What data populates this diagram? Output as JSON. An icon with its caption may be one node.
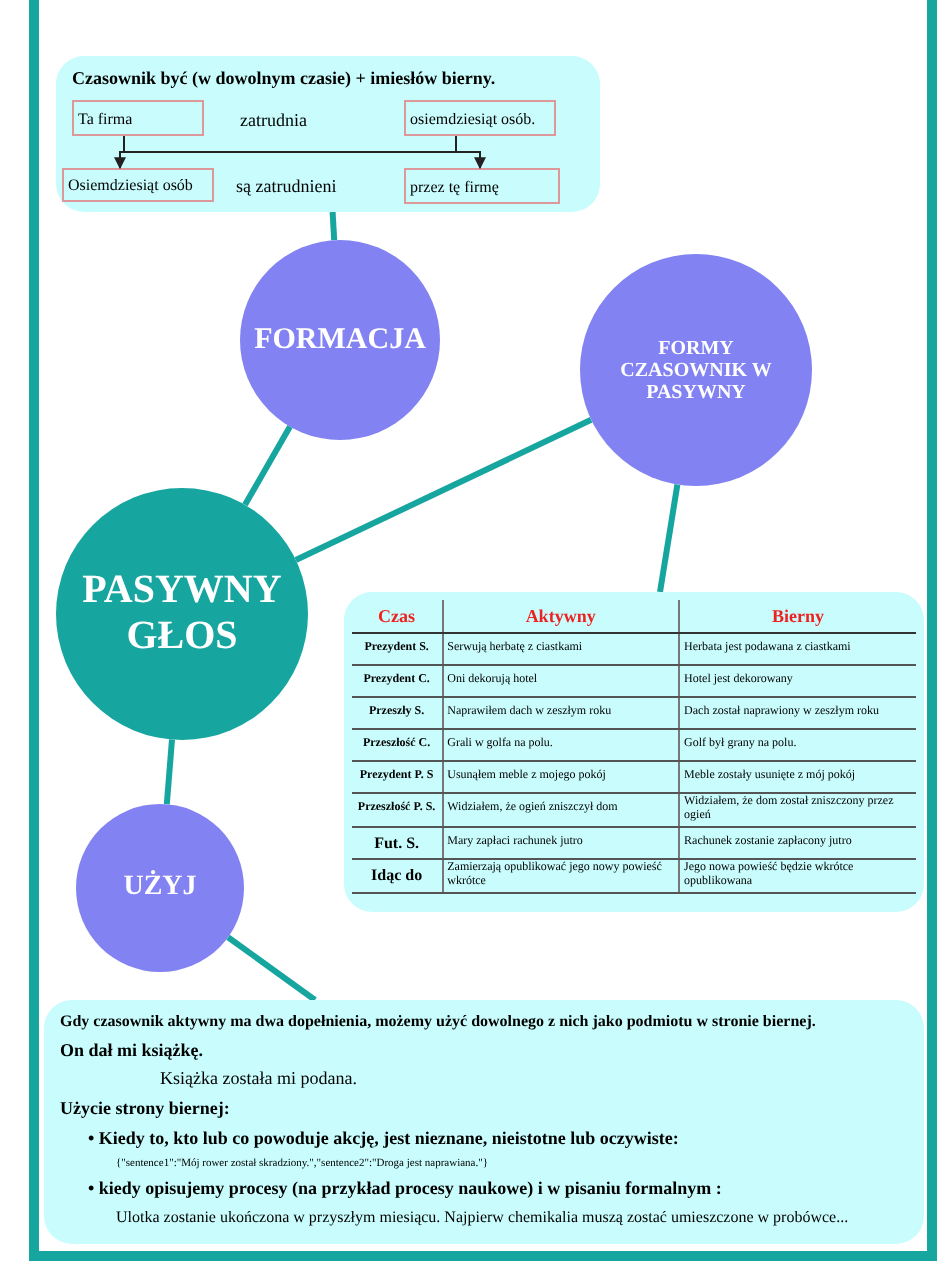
{
  "diagram": {
    "nodes": [
      {
        "text": [
          "Czasownik być (w dowolnym czasie) + imiesłów bierny.",
          "zatrudnia",
          "są zatrudnieni"
        ]
      },
      {
        "text": [
          "Ta firma"
        ],
        "in": 0
      },
      {
        "text": [
          "osiemdziesiąt osób."
        ],
        "in": 0
      },
      {
        "text": [
          "Osiemdziesiąt osób"
        ],
        "in": 0
      },
      {
        "text": [
          "przez tę firmę"
        ],
        "in": 0
      },
      {
        "text": [
          "FORMACJA"
        ]
      },
      {
        "text": [
          "FORMY CZASOWNIK W PASYWNY"
        ]
      },
      {
        "text": [
          "PASYWNY GŁOS"
        ]
      },
      {
        "text": [],
        "shape": "box"
      },
      {
        "text": [
          "UŻYJ"
        ]
      },
      {
        "text": [
          "Gdy czasownik aktywny ma dwa dopełnienia, możemy użyć dowolnego z nich jako podmiotu w stronie biernej.",
          "On dał mi książkę.",
          "Książka została mi podana.",
          "Użycie strony biernej:",
          "• Kiedy to, kto lub co powoduje akcję, jest nieznane, nieistotne lub oczywiste:",
          "{\"sentence1\":\"Mój rower został skradziony.\",\"sentence2\":\"Droga jest naprawiana.\"}",
          "• kiedy opisujemy procesy (na przykład procesy naukowe) i w pisaniu formalnym :",
          "Ulotka zostanie ukończona w przyszłym miesiącu. Najpierw chemikalia muszą zostać umieszczone w probówce..."
        ]
      }
    ],
    "edges": [
      {
        "from": 1,
        "to": 4,
        "arrow": "to",
        "color": "#222222"
      },
      {
        "from": 2,
        "to": 3,
        "arrow": "to",
        "color": "#222222"
      },
      {
        "from": 0,
        "to": 5,
        "arrow": "none"
      },
      {
        "from": 7,
        "to": 5,
        "arrow": "none"
      },
      {
        "from": 7,
        "to": 6,
        "arrow": "none"
      },
      {
        "from": 6,
        "to": 8,
        "arrow": "none"
      },
      {
        "from": 7,
        "to": 9,
        "arrow": "none"
      },
      {
        "from": 9,
        "to": 10,
        "arrow": "none"
      }
    ],
    "labels": [
      "Czas",
      "Aktywny",
      "Bierny",
      "Prezydent S.",
      "Serwują herbatę z ciastkami",
      "Herbata jest podawana z ciastkami",
      "Prezydent C.",
      "Oni dekorują hotel",
      "Hotel jest dekorowany",
      "Przeszły S.",
      "Naprawiłem dach w zeszłym roku",
      "Dach został naprawiony w zeszłym roku",
      "Przeszłość C.",
      "Grali w golfa na polu.",
      "Golf był grany na polu.",
      "Prezydent P. S",
      "Usunąłem meble z mojego pokój",
      "Meble zostały usunięte z mój pokój",
      "Przeszłość P. S.",
      "Widziałem, że ogień zniszczył dom",
      "Widziałem, że dom został zniszczony przez ogień",
      "Fut. S.",
      "Mary zapłaci rachunek jutro",
      "Rachunek zostanie zapłacony jutro",
      "Idąc do",
      "Zamierzają opublikować jego nowy powieść wkrótce",
      "Jego nowa powieść będzie wkrótce opublikowana"
    ]
  }
}
